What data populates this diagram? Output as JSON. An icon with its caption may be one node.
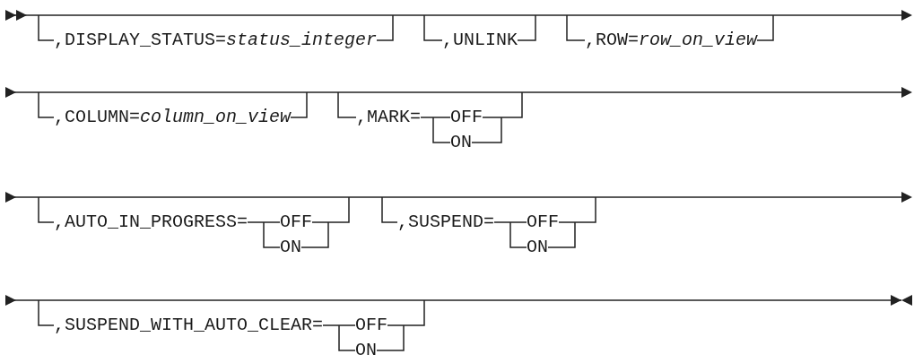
{
  "diagram": {
    "labels": [
      ",DISPLAY_STATUS=*status_integer*",
      ",UNLINK",
      ",ROW=*row_on_view*",
      ",COLUMN=*column_on_view*",
      ",MARK=",
      "OFF",
      "ON",
      ",AUTO_IN_PROGRESS=",
      "OFF",
      "ON",
      ",SUSPEND=",
      "OFF",
      "ON",
      ",SUSPEND_WITH_AUTO_CLEAR=",
      "OFF",
      "ON"
    ]
  }
}
